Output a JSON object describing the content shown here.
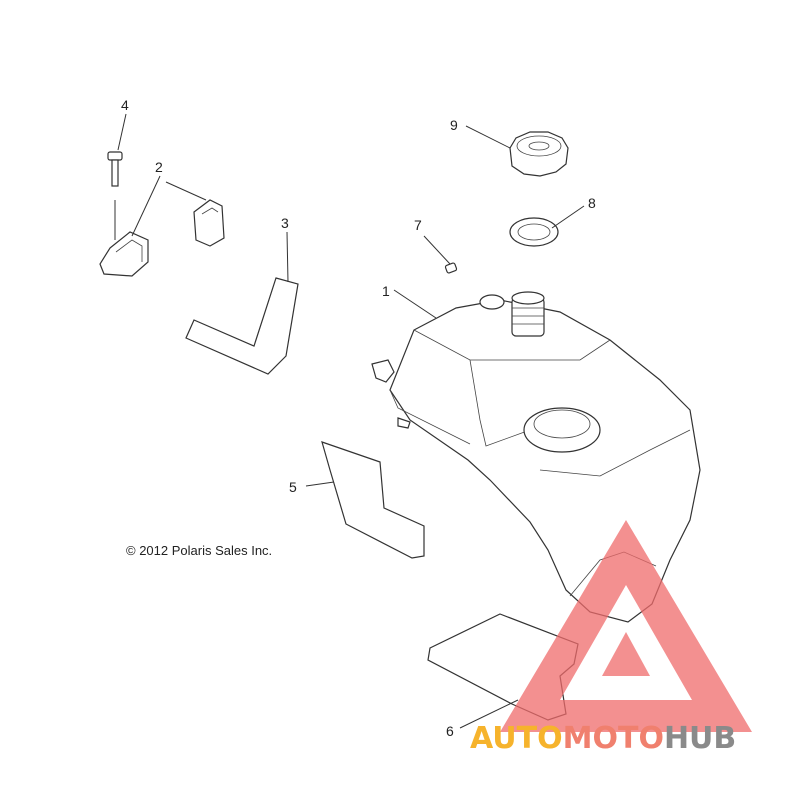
{
  "copyright": "© 2012 Polaris Sales Inc.",
  "callouts": [
    {
      "id": "1",
      "label": "1"
    },
    {
      "id": "2",
      "label": "2"
    },
    {
      "id": "3",
      "label": "3"
    },
    {
      "id": "4",
      "label": "4"
    },
    {
      "id": "5",
      "label": "5"
    },
    {
      "id": "6",
      "label": "6"
    },
    {
      "id": "7",
      "label": "7"
    },
    {
      "id": "8",
      "label": "8"
    },
    {
      "id": "9",
      "label": "9"
    }
  ],
  "watermark": {
    "part1": "AUTO",
    "part2": "MOTO",
    "part3": "HUB",
    "colors": {
      "auto": "#f6b32c",
      "moto": "#f0806e",
      "hub": "#8a8a8a",
      "triangle": "#ef6b6b"
    }
  }
}
